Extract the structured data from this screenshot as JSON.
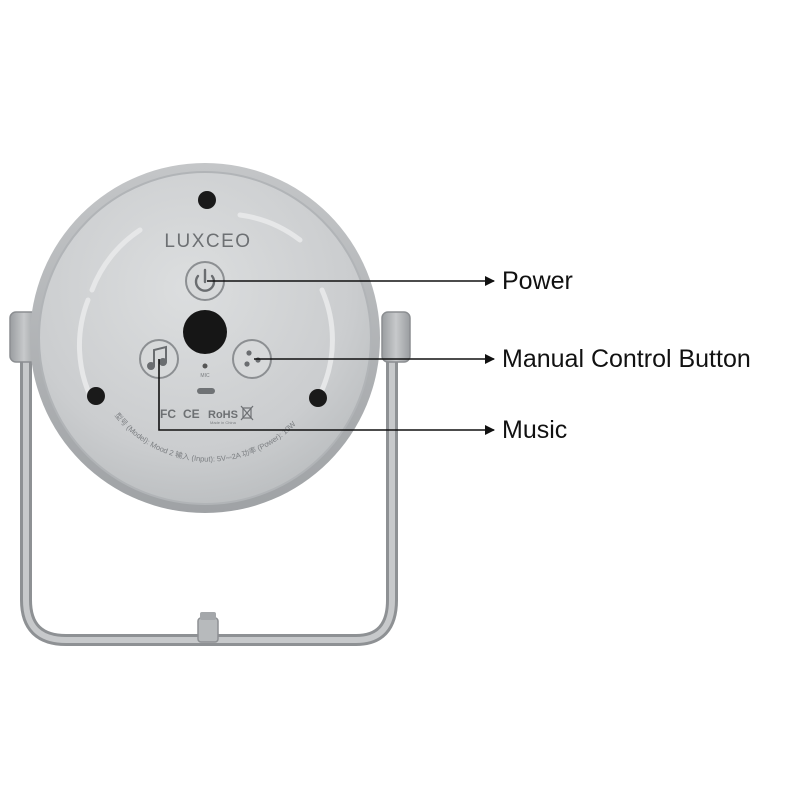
{
  "product": {
    "brand": "LUXCEO",
    "mic_label": "MIC",
    "model_text": "型号 (Model): Mood 2   输入 (Input): 5V⎓2A   功率 (Power): 10W",
    "made_in": "Made in China",
    "cert_fc": "FC",
    "cert_ce": "CE",
    "cert_rohs": "RoHS"
  },
  "callouts": {
    "power": "Power",
    "manual": "Manual Control Button",
    "music": "Music"
  },
  "icons": {
    "power": "power-icon",
    "music": "music-note-icon",
    "manual": "manual-control-icon"
  },
  "colors": {
    "body": "#c9cbcd",
    "ring": "#a6a9ac",
    "ink": "#111111",
    "hole": "#1a1a1a"
  }
}
